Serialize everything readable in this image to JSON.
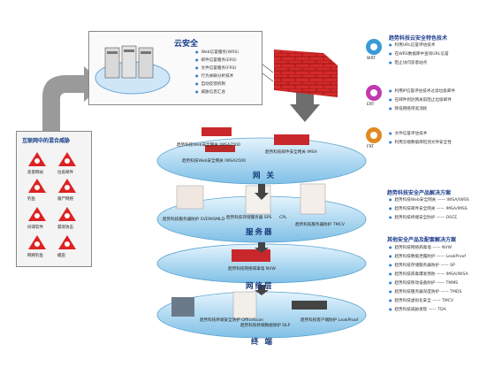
{
  "cloud": {
    "title": "云安全",
    "items": [
      "Web信誉服务(WRS)",
      "邮件信誉服务(ERS)",
      "文件信誉服务(FRS)",
      "行为关联分析技术",
      "自动反馈机制",
      "威胁信息汇总"
    ]
  },
  "threats": {
    "title": "互联网中的混合威胁",
    "icons": [
      {
        "label": "恶意网站",
        "icon": "biohazard-warning-icon"
      },
      {
        "label": "垃圾邮件",
        "icon": "biohazard-warning-icon"
      },
      {
        "label": "钓鱼",
        "icon": "biohazard-warning-icon"
      },
      {
        "label": "僵尸网络",
        "icon": "biohazard-warning-icon"
      },
      {
        "label": "间谍软件",
        "icon": "biohazard-warning-icon"
      },
      {
        "label": "漏洞攻击",
        "icon": "biohazard-warning-icon"
      },
      {
        "label": "网络钓鱼",
        "icon": "biohazard-warning-icon"
      },
      {
        "label": "蠕虫",
        "icon": "biohazard-warning-icon"
      }
    ]
  },
  "layers": [
    {
      "name": "网 关",
      "products": [
        "趋势科技Web安全网关 IWSA2500",
        "趋势科技邮件安全网关 IMSA",
        "趋势科技Web安全网关 IWSA2500"
      ]
    },
    {
      "name": "服务器",
      "products": [
        "趋势科技服务器防护 SVEM/SMLD",
        "趋势科技存储服务器 SPS",
        "CPL",
        "趋势科技服务器防护 TMCV"
      ]
    },
    {
      "name": "网络层",
      "products": [
        "趋势科技网络病毒墙 NVW"
      ]
    },
    {
      "name": "终 端",
      "products": [
        "趋势科技终端安全防护 OfficeScan",
        "趋势科技终端数据保护 DLP",
        "趋势科技客户端防护 LeakProof"
      ]
    }
  ],
  "legend": {
    "groups": [
      {
        "badge": "WRT",
        "color": "#3a9ad9",
        "title": "趋势科技云安全特色技术",
        "items": [
          "利用URL信誉评估技术",
          "在WRS数据库中查询URL信誉",
          "阻止访问恶意站点"
        ]
      },
      {
        "badge": "ERT",
        "color": "#c03ab0",
        "title": "",
        "items": [
          "利用IP信誉评估技术过滤垃圾邮件",
          "在邮件到达网关前阻止垃圾邮件",
          "降低网络带宽消耗"
        ]
      },
      {
        "badge": "FRT",
        "color": "#e08a20",
        "title": "",
        "items": [
          "文件信誉评估技术",
          "利用云端数据库检测文件安全性"
        ]
      }
    ],
    "section2": {
      "title": "趋势科技安全产品解决方案",
      "items": [
        "趋势科技Web安全网关 —— IWSA/IWSS",
        "趋势科技邮件安全网关 —— IMSA/IMSS",
        "趋势科技终端安全防护 —— OSCE"
      ]
    },
    "section3": {
      "title": "其他安全产品及配套解决方案",
      "items": [
        "趋势科技网络病毒墙 —— NVW",
        "趋势科技数据泄露防护 —— LeakProof",
        "趋势科技存储服务器防护 —— SP",
        "趋势科技病毒爆发预防 —— IMSA/IWSA",
        "趋势科技移动设备防护 —— TMMS",
        "趋势科技服务器深度防护 —— TMDS",
        "趋势科技虚拟化安全 —— TMCV",
        "趋势科技威胁发现 —— TDA"
      ]
    }
  }
}
